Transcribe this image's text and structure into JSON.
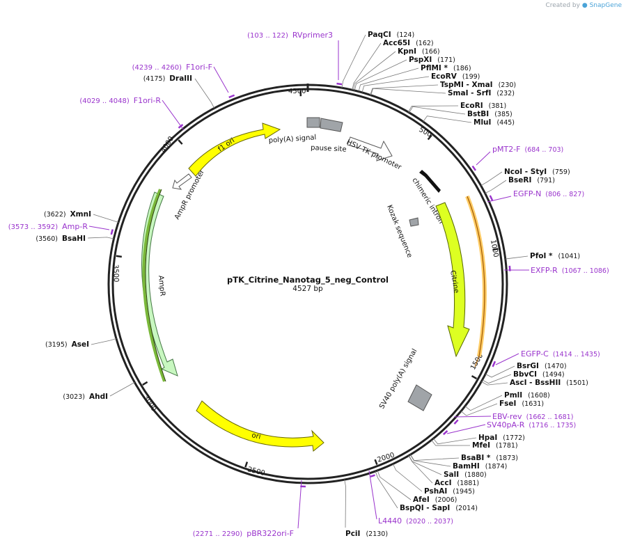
{
  "credit": {
    "prefix": "Created by",
    "brand": "SnapGene"
  },
  "plasmid": {
    "name": "pTK_Citrine_Nanotag_5_neg_Control",
    "length_label": "4527 bp",
    "length": 4527
  },
  "colors": {
    "backbone": "#222222",
    "primer": "#9933cc",
    "leader": "#777777",
    "yellow": "#ffff00",
    "green_feature": "#c8f7c0",
    "citrine": "#ddff22",
    "orange": "#ffcc66",
    "gray": "#a0a4a8"
  },
  "ticks": [
    {
      "bp": 4500,
      "label": "4500"
    },
    {
      "bp": 500,
      "label": "500"
    },
    {
      "bp": 1000,
      "label": "1000"
    },
    {
      "bp": 1500,
      "label": "1500"
    },
    {
      "bp": 2000,
      "label": "2000"
    },
    {
      "bp": 2500,
      "label": "2500"
    },
    {
      "bp": 3000,
      "label": "3000"
    },
    {
      "bp": 3500,
      "label": "3500"
    },
    {
      "bp": 4000,
      "label": "4000"
    }
  ],
  "enzymes": [
    {
      "name": "PaqCI",
      "pos": "(124)",
      "bp": 124
    },
    {
      "name": "Acc65I",
      "pos": "(162)",
      "bp": 162
    },
    {
      "name": "KpnI",
      "pos": "(166)",
      "bp": 166
    },
    {
      "name": "PspXI",
      "pos": "(171)",
      "bp": 171
    },
    {
      "name": "PflMI *",
      "pos": "(186)",
      "bp": 186
    },
    {
      "name": "EcoRV",
      "pos": "(199)",
      "bp": 199
    },
    {
      "name": "TspMI   - XmaI",
      "pos": "(230)",
      "bp": 230
    },
    {
      "name": "SmaI   - SrfI",
      "pos": "(232)",
      "bp": 232
    },
    {
      "name": "EcoRI",
      "pos": "(381)",
      "bp": 381
    },
    {
      "name": "BstBI",
      "pos": "(385)",
      "bp": 385
    },
    {
      "name": "MluI",
      "pos": "(445)",
      "bp": 445
    },
    {
      "name": "NcoI   - StyI",
      "pos": "(759)",
      "bp": 759
    },
    {
      "name": "BseRI",
      "pos": "(791)",
      "bp": 791
    },
    {
      "name": "PfoI *",
      "pos": "(1041)",
      "bp": 1041
    },
    {
      "name": "BsrGI",
      "pos": "(1470)",
      "bp": 1470
    },
    {
      "name": "BbvCI",
      "pos": "(1494)",
      "bp": 1494
    },
    {
      "name": "AscI   - BssHII",
      "pos": "(1501)",
      "bp": 1501
    },
    {
      "name": "PmlI",
      "pos": "(1608)",
      "bp": 1608
    },
    {
      "name": "FseI",
      "pos": "(1631)",
      "bp": 1631
    },
    {
      "name": "HpaI",
      "pos": "(1772)",
      "bp": 1772
    },
    {
      "name": "MfeI",
      "pos": "(1781)",
      "bp": 1781
    },
    {
      "name": "BsaBI *",
      "pos": "(1873)",
      "bp": 1873
    },
    {
      "name": "BamHI",
      "pos": "(1874)",
      "bp": 1874
    },
    {
      "name": "SalI",
      "pos": "(1880)",
      "bp": 1880
    },
    {
      "name": "AccI",
      "pos": "(1881)",
      "bp": 1881
    },
    {
      "name": "PshAI",
      "pos": "(1945)",
      "bp": 1945
    },
    {
      "name": "AfeI",
      "pos": "(2006)",
      "bp": 2006
    },
    {
      "name": "BspQI   - SapI",
      "pos": "(2014)",
      "bp": 2014
    },
    {
      "name": "PciI",
      "pos": "(2130)",
      "bp": 2130
    },
    {
      "name": "AhdI",
      "pos": "(3023)",
      "bp": 3023
    },
    {
      "name": "AseI",
      "pos": "(3195)",
      "bp": 3195
    },
    {
      "name": "BsaHI",
      "pos": "(3560)",
      "bp": 3560
    },
    {
      "name": "XmnI",
      "pos": "(3622)",
      "bp": 3622
    },
    {
      "name": "DraIII",
      "pos": "(4175)",
      "bp": 4175
    }
  ],
  "primers": [
    {
      "name": "RVprimer3",
      "range": "(103 .. 122)",
      "start": 103,
      "end": 122
    },
    {
      "name": "pMT2-F",
      "range": "(684 .. 703)",
      "start": 684,
      "end": 703
    },
    {
      "name": "EGFP-N",
      "range": "(806 .. 827)",
      "start": 806,
      "end": 827
    },
    {
      "name": "EXFP-R",
      "range": "(1067 .. 1086)",
      "start": 1067,
      "end": 1086
    },
    {
      "name": "EGFP-C",
      "range": "(1414 .. 1435)",
      "start": 1414,
      "end": 1435
    },
    {
      "name": "EBV-rev",
      "range": "(1662 .. 1681)",
      "start": 1662,
      "end": 1681
    },
    {
      "name": "SV40pA-R",
      "range": "(1716 .. 1735)",
      "start": 1716,
      "end": 1735
    },
    {
      "name": "L4440",
      "range": "(2020 .. 2037)",
      "start": 2020,
      "end": 2037
    },
    {
      "name": "pBR322ori-F",
      "range": "(2271 .. 2290)",
      "start": 2271,
      "end": 2290
    },
    {
      "name": "Amp-R",
      "range": "(3573 .. 3592)",
      "start": 3573,
      "end": 3592
    },
    {
      "name": "F1ori-R",
      "range": "(4029 .. 4048)",
      "start": 4029,
      "end": 4048
    },
    {
      "name": "F1ori-F",
      "range": "(4239 .. 4260)",
      "start": 4239,
      "end": 4260
    }
  ],
  "features": [
    {
      "name": "HSV TK promoter"
    },
    {
      "name": "chimeric intron"
    },
    {
      "name": "Kozak sequence"
    },
    {
      "name": "Citrine"
    },
    {
      "name": "SV40 poly(A) signal"
    },
    {
      "name": "ori"
    },
    {
      "name": "AmpR"
    },
    {
      "name": "AmpR promoter"
    },
    {
      "name": "f1 ori"
    },
    {
      "name": "poly(A) signal"
    },
    {
      "name": "pause site"
    }
  ]
}
